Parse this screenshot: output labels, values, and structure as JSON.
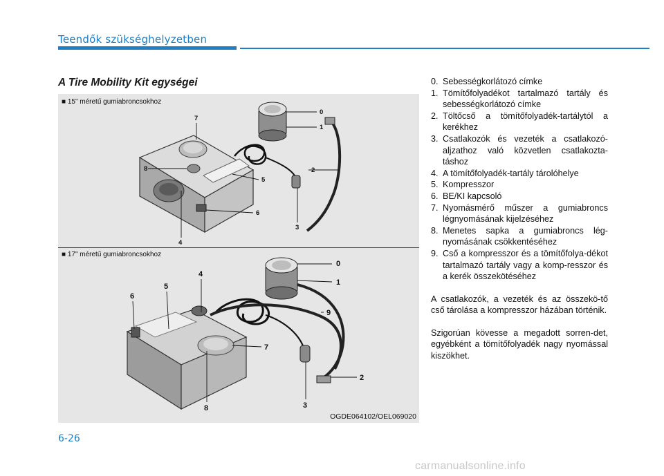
{
  "header": {
    "section": "Teendők szükséghelyzetben"
  },
  "figure": {
    "title": "A Tire Mobility Kit egységei",
    "top_panel_label": "■ 15\" méretű gumiabroncsokhoz",
    "bottom_panel_label": "■ 17\" méretű gumiabroncsokhoz",
    "code": "OGDE064102/OEL069020",
    "top_callouts": [
      "0",
      "1",
      "2",
      "3",
      "4",
      "5",
      "6",
      "7",
      "8"
    ],
    "bottom_callouts": [
      "0",
      "1",
      "9",
      "4",
      "5",
      "6",
      "7",
      "2",
      "8",
      "3"
    ]
  },
  "legend": {
    "items": [
      {
        "num": "0.",
        "text": "Sebességkorlátozó címke"
      },
      {
        "num": "1.",
        "text": "Tömítőfolyadékot tartalmazó tartály és sebességkorlátozó címke"
      },
      {
        "num": "2.",
        "text": "Töltőcső a tömítőfolyadék-tartálytól a kerékhez"
      },
      {
        "num": "3.",
        "text": "Csatlakozók és vezeték a csatlakozó-aljzathoz való közvetlen csatlakozta-táshoz"
      },
      {
        "num": "4.",
        "text": "A tömítőfolyadék-tartály tárolóhelye"
      },
      {
        "num": "5.",
        "text": "Kompresszor"
      },
      {
        "num": "6.",
        "text": "BE/KI kapcsoló"
      },
      {
        "num": "7.",
        "text": "Nyomásmérő műszer a gumiabroncs légnyomásának kijelzéséhez"
      },
      {
        "num": "8.",
        "text": "Menetes sapka a gumiabroncs lég-nyomásának csökkentéséhez"
      },
      {
        "num": "9.",
        "text": "Cső a kompresszor és a tömítőfolya-dékot tartalmazó tartály vagy a komp-resszor és a kerék összekötéséhez"
      }
    ],
    "paragraphs": [
      "A csatlakozók, a vezeték és az összekö-tő cső tárolása a kompresszor házában történik.",
      "Szigorúan kövesse a megadott sorren-det, egyébként a tömítőfolyadék nagy nyomással kiszökhet."
    ]
  },
  "footer": {
    "page_number": "6-26",
    "watermark": "carmanualsonline.info"
  }
}
